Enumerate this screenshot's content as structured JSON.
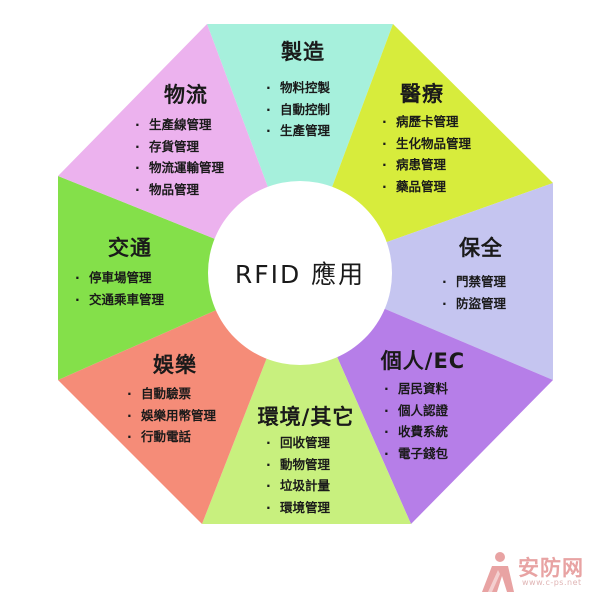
{
  "center": {
    "label": "RFID 應用"
  },
  "segments": [
    {
      "key": "manufacturing",
      "title": "製造",
      "color": "#a6f0dc",
      "items": [
        "物料控製",
        "自動控制",
        "生產管理"
      ]
    },
    {
      "key": "medical",
      "title": "醫療",
      "color": "#d7ec3c",
      "items": [
        "病歷卡管理",
        "生化物品管理",
        "病患管理",
        "藥品管理"
      ]
    },
    {
      "key": "security",
      "title": "保全",
      "color": "#c5c5f0",
      "items": [
        "門禁管理",
        "防盜管理"
      ]
    },
    {
      "key": "personal-ec",
      "title": "個人/EC",
      "color": "#b67ee8",
      "items": [
        "居民資料",
        "個人認證",
        "收費系統",
        "電子錢包"
      ]
    },
    {
      "key": "environment-other",
      "title": "環境/其它",
      "color": "#c8f07e",
      "items": [
        "回收管理",
        "動物管理",
        "垃圾計量",
        "環境管理"
      ]
    },
    {
      "key": "entertainment",
      "title": "娛樂",
      "color": "#f58c78",
      "items": [
        "自動驗票",
        "娛樂用幣管理",
        "行動電話"
      ]
    },
    {
      "key": "traffic",
      "title": "交通",
      "color": "#84e04a",
      "items": [
        "停車場管理",
        "交通乘車管理"
      ]
    },
    {
      "key": "logistics",
      "title": "物流",
      "color": "#ecb2ee",
      "items": [
        "生產線管理",
        "存貨管理",
        "物流運輸管理",
        "物品管理"
      ]
    }
  ],
  "bullet": "·",
  "watermark": {
    "text": "安防网",
    "subtext": "www.c-ps.net",
    "color": "#e8a3a3",
    "icon": "person-logo-icon"
  }
}
